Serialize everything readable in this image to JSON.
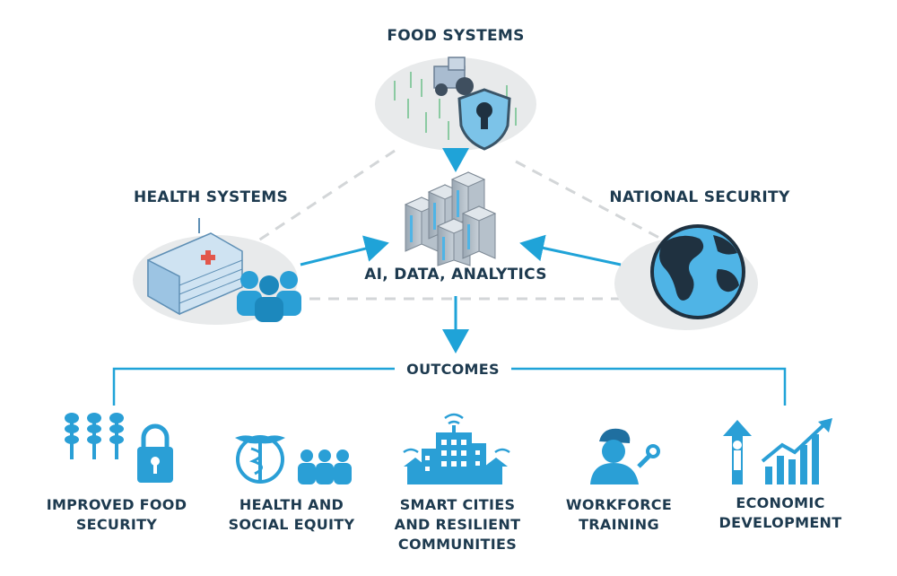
{
  "nodes": {
    "food_systems": "FOOD SYSTEMS",
    "health_systems": "HEALTH SYSTEMS",
    "national_security": "NATIONAL SECURITY",
    "center": "AI, DATA, ANALYTICS"
  },
  "outcomes_title": "OUTCOMES",
  "outcomes": [
    {
      "line1": "IMPROVED FOOD",
      "line2": "SECURITY",
      "line3": ""
    },
    {
      "line1": "HEALTH AND",
      "line2": "SOCIAL EQUITY",
      "line3": ""
    },
    {
      "line1": "SMART CITIES",
      "line2": "AND RESILIENT",
      "line3": "COMMUNITIES"
    },
    {
      "line1": "WORKFORCE",
      "line2": "TRAINING",
      "line3": ""
    },
    {
      "line1": "ECONOMIC",
      "line2": "DEVELOPMENT",
      "line3": ""
    }
  ],
  "icons": [
    "tractor-field-icon",
    "shield-lock-icon",
    "server-rack-icon",
    "hospital-icon",
    "people-icon",
    "globe-icon",
    "wheat-lock-icon",
    "caduceus-icon",
    "city-wifi-icon",
    "worker-wrench-icon",
    "growth-chart-icon"
  ],
  "colors": {
    "accent": "#1fa3d8",
    "label": "#1d3a4f",
    "ellipse": "#e8eaeb",
    "dashed": "#d3d6d8"
  }
}
